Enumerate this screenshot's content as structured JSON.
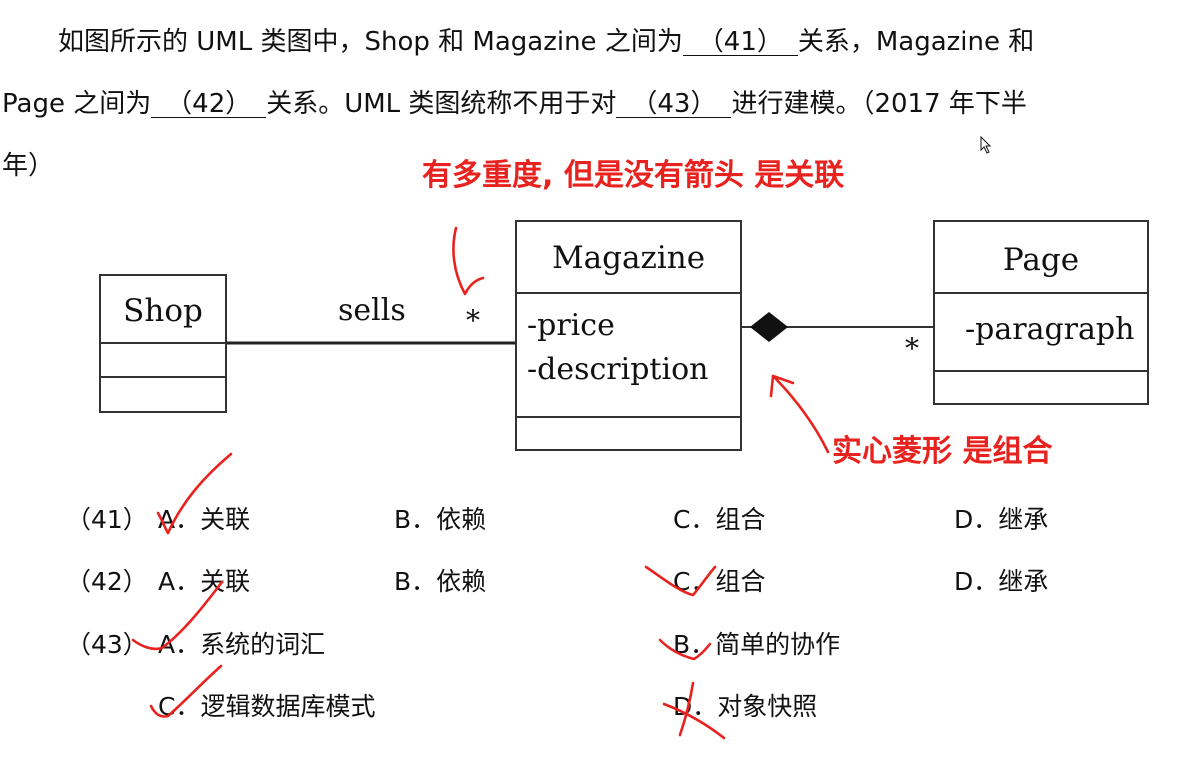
{
  "question": {
    "line1": {
      "t1": "如图所示的 UML 类图中，Shop 和 Magazine 之间为",
      "b1": "（41）",
      "t2": "关系，Magazine 和"
    },
    "line2": {
      "t1": "Page 之间为",
      "b1": "（42）",
      "t2": "关系。UML 类图统称不用于对",
      "b2": "（43）",
      "t3": "进行建模。（2017 年下半"
    },
    "line3": "年）"
  },
  "annotations": {
    "association_note": "有多重度, 但是没有箭头  是关联",
    "composition_note": "实心菱形 是组合"
  },
  "diagram": {
    "shop": {
      "name": "Shop"
    },
    "magazine": {
      "name": "Magazine",
      "attributes": [
        "-price",
        "-description"
      ]
    },
    "page": {
      "name": "Page",
      "attributes": [
        "-paragraph"
      ]
    },
    "sells_label": "sells",
    "multiplicity_magazine": "*",
    "multiplicity_page": "*"
  },
  "options": {
    "q41": {
      "num": "（41）",
      "a": "A．关联",
      "b": "B．依赖",
      "c": "C．组合",
      "d": "D．继承"
    },
    "q42": {
      "num": "（42）",
      "a": "A．关联",
      "b": "B．依赖",
      "c": "C．组合",
      "d": "D．继承"
    },
    "q43": {
      "num": "（43）",
      "a": "A．系统的词汇",
      "b": "B．简单的协作",
      "c": "C．逻辑数据库模式",
      "d": "D．对象快照"
    }
  },
  "colors": {
    "annotation": "#e8231f",
    "text": "#111111",
    "uml_line": "#333333"
  }
}
